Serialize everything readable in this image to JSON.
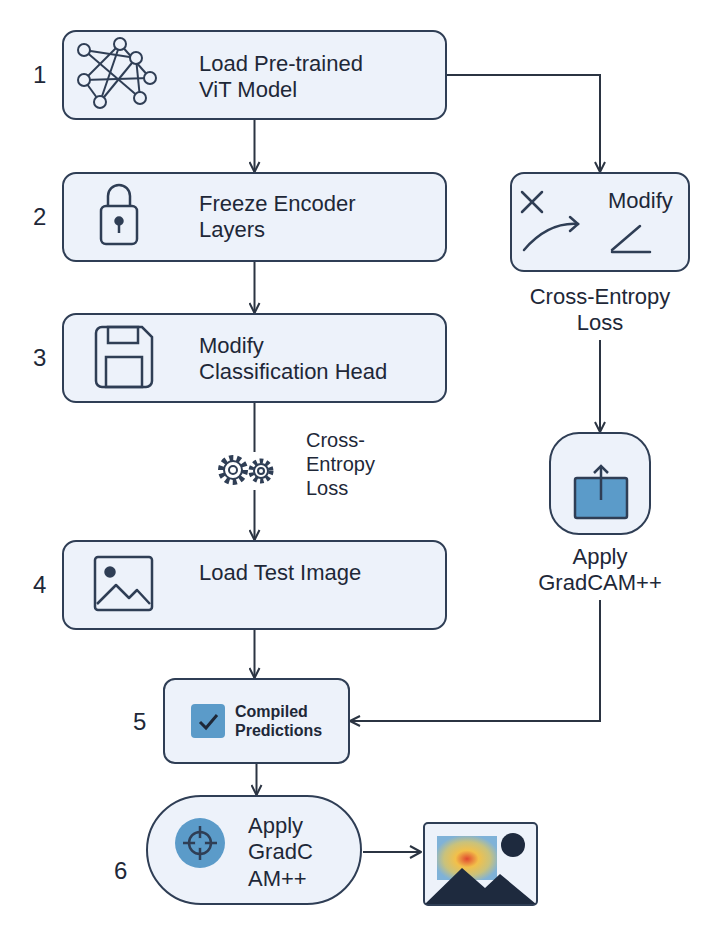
{
  "diagram": {
    "nodes": [
      {
        "text": [
          "Load Pre-trained ViT Model"
        ]
      },
      {
        "text": [
          "Freeze Encoder Layers"
        ]
      },
      {
        "text": [
          "Modify",
          "Cross-Entropy Loss"
        ]
      },
      {
        "text": [
          "Modify Classification Head"
        ]
      },
      {
        "text": [
          "Apply GradCAM++"
        ]
      },
      {
        "text": [
          "Load Test Image"
        ]
      },
      {
        "text": [
          "Compiled Predictions"
        ]
      },
      {
        "text": [
          "Apply GradC AM++"
        ]
      }
    ],
    "edges": [
      {
        "from": 0,
        "to": 1,
        "arrow": "to"
      },
      {
        "from": 1,
        "to": 3,
        "arrow": "to"
      },
      {
        "from": 3,
        "to": 5,
        "label": "Cross- Entropy Loss",
        "arrow": "to"
      },
      {
        "from": 5,
        "to": 6,
        "arrow": "to"
      },
      {
        "from": 6,
        "to": 7,
        "arrow": "to"
      },
      {
        "from": 0,
        "to": 2,
        "arrow": "to"
      },
      {
        "from": 2,
        "to": 4,
        "arrow": "to"
      },
      {
        "from": 4,
        "to": 6,
        "arrow": "to"
      }
    ],
    "labels": [
      "1",
      "2",
      "3",
      "4",
      "5",
      "6"
    ]
  }
}
